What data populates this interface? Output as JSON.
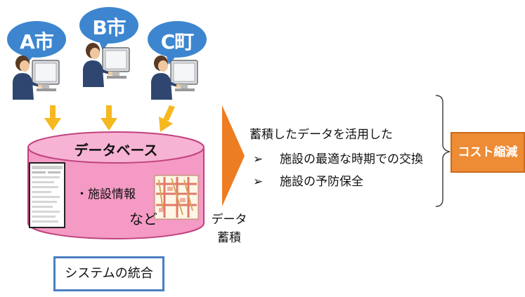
{
  "users": [
    {
      "label": "A市"
    },
    {
      "label": "B市"
    },
    {
      "label": "C町"
    }
  ],
  "database": {
    "title": "データベース",
    "item": "・施設情報",
    "etc": "など"
  },
  "data_accumulation": {
    "line1": "データ",
    "line2": "蓄積"
  },
  "benefits": {
    "heading": "蓄積したデータを活用した",
    "items": [
      {
        "bullet": "➢",
        "text": "施設の最適な時期での交換"
      },
      {
        "bullet": "➢",
        "text": "施設の予防保全"
      }
    ]
  },
  "outcome": {
    "label": "コスト縮減"
  },
  "system_integration": {
    "label": "システムの統合"
  },
  "colors": {
    "bubble": "#3d86cf",
    "arrow_down": "#f5b820",
    "arrow_right": "#ec7d22",
    "database_fill": "#f49ac4",
    "database_stroke": "#c0427f",
    "outcome_box": "#ee8b35",
    "system_box_border": "#4a7fc1"
  },
  "icons": [
    "person-at-computer-icon",
    "screenshot-thumbnail-icon",
    "map-thumbnail-icon"
  ]
}
